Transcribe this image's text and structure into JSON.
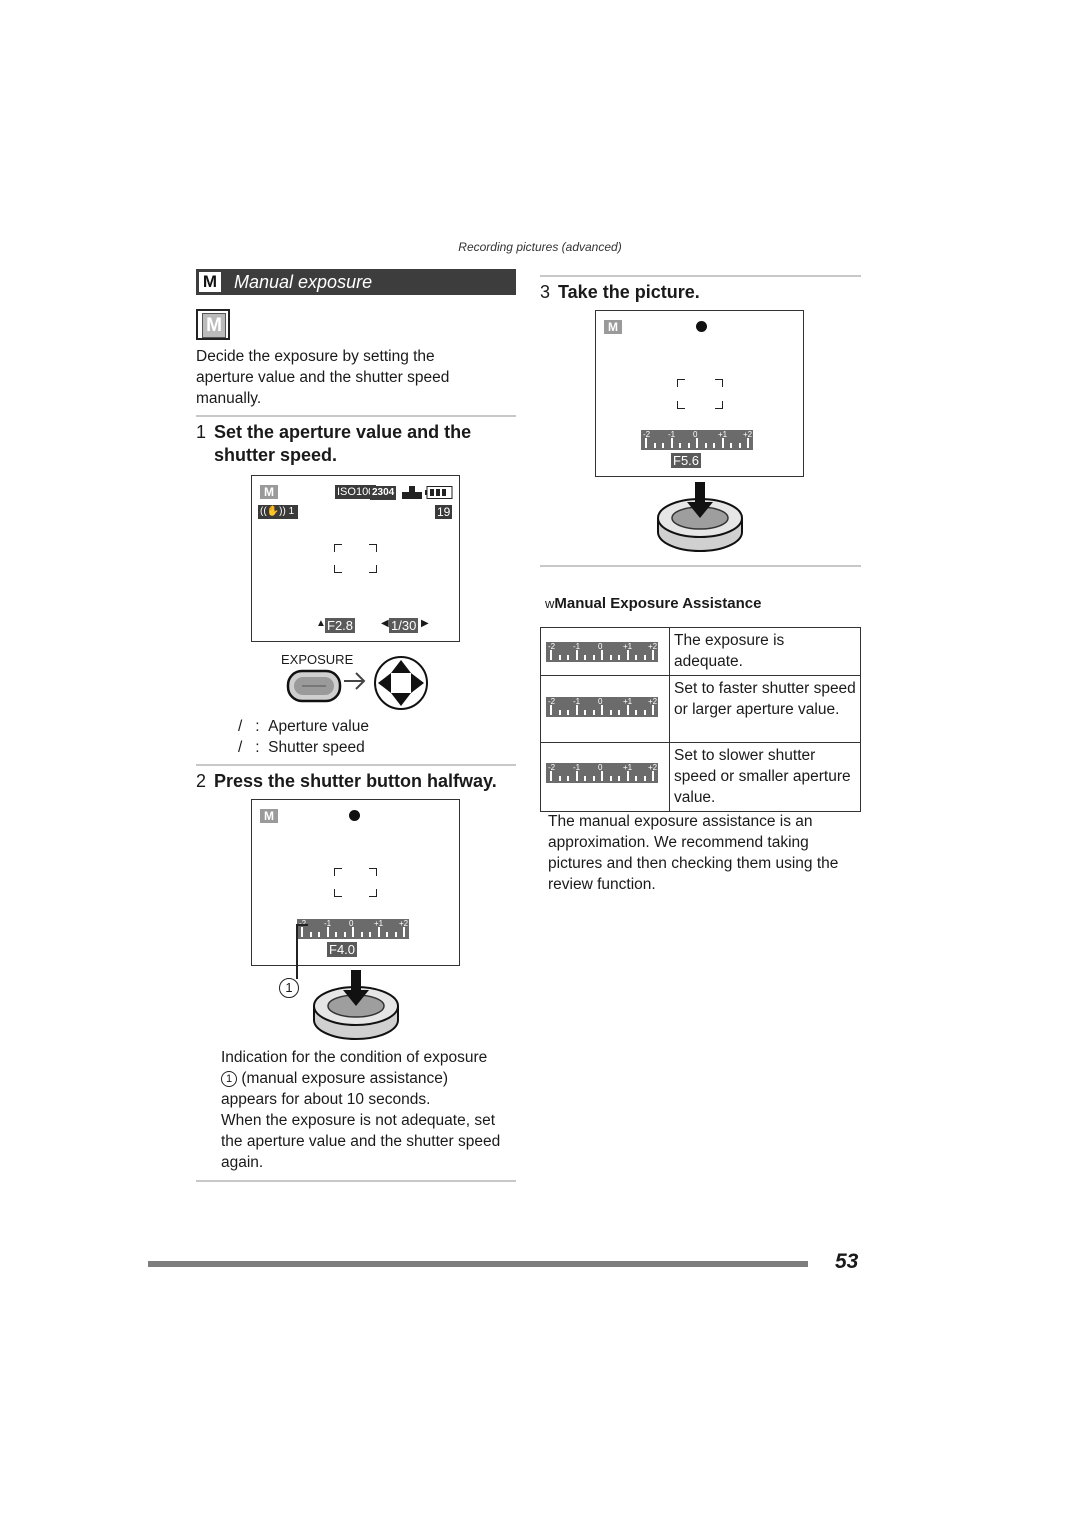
{
  "running_head": "Recording pictures (advanced)",
  "section": {
    "badge": "M",
    "title": "Manual exposure",
    "mode_icon": "M"
  },
  "intro": "Decide the exposure by setting the aperture value and the shutter speed manually.",
  "step1": {
    "num": "1",
    "text": "Set the aperture value and the shutter speed."
  },
  "screen1": {
    "mode": "M",
    "iso": "ISO100",
    "size": "2304",
    "stab": "1",
    "count": "19",
    "aperture": "F2.8",
    "shutter": "1/30"
  },
  "exposure_label": "EXPOSURE",
  "legend": [
    {
      "sym": "/",
      "sep": ":",
      "text": "Aperture value"
    },
    {
      "sym": "/",
      "sep": ":",
      "text": "Shutter speed"
    }
  ],
  "step2": {
    "num": "2",
    "text": "Press the shutter button halfway."
  },
  "meter_labels": [
    "-2",
    "-1",
    "0",
    "+1",
    "+2"
  ],
  "screen2": {
    "mode": "M",
    "aperture": "F4.0"
  },
  "callout": "1",
  "note2": {
    "line1": "Indication for the condition of exposure",
    "circle": "1",
    "line2": "(manual exposure assistance)",
    "line3": "appears for about 10 seconds.",
    "line4": "When the exposure is not adequate, set the aperture value and the shutter speed again."
  },
  "step3": {
    "num": "3",
    "text": "Take the picture."
  },
  "screen3": {
    "mode": "M",
    "aperture": "F5.6"
  },
  "assist": {
    "marker": "w",
    "heading": "Manual Exposure Assistance",
    "rows": [
      {
        "text": "The exposure is adequate."
      },
      {
        "text": "Set to faster shutter speed or larger aperture value."
      },
      {
        "text": "Set to slower shutter speed or smaller aperture value."
      }
    ]
  },
  "assist_note": "The manual exposure assistance is an approximation. We recommend taking pictures and then checking them using the review function.",
  "page_number": "53"
}
